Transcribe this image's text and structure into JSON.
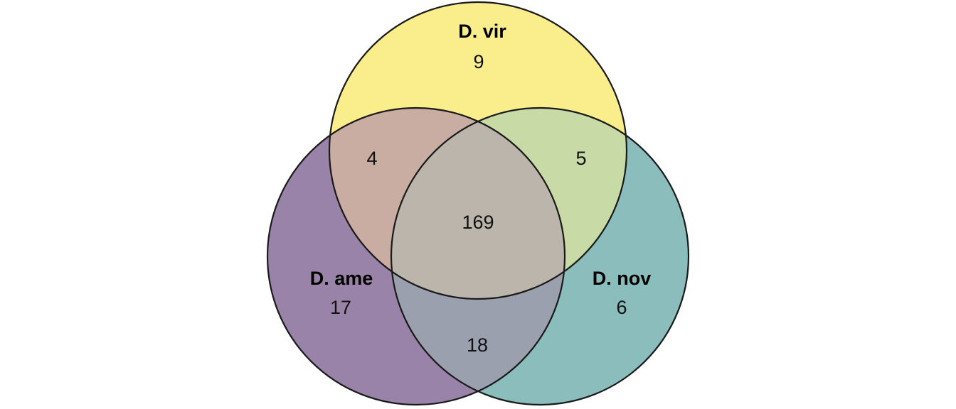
{
  "chart_data": {
    "type": "venn",
    "title": "",
    "sets": [
      {
        "id": "vir",
        "label": "D. vir",
        "exclusive_count": 9,
        "fill": "#FAEE8C",
        "position": "top"
      },
      {
        "id": "ame",
        "label": "D. ame",
        "exclusive_count": 17,
        "fill": "#9A83A8",
        "position": "bottom-left"
      },
      {
        "id": "nov",
        "label": "D. nov",
        "exclusive_count": 6,
        "fill": "#8BBDBD",
        "position": "bottom-right"
      }
    ],
    "regions": [
      {
        "id": "vir_only",
        "sets": [
          "vir"
        ],
        "count": 9,
        "fill": "#FAEE8C"
      },
      {
        "id": "ame_only",
        "sets": [
          "ame"
        ],
        "count": 17,
        "fill": "#9A83A8"
      },
      {
        "id": "nov_only",
        "sets": [
          "nov"
        ],
        "count": 6,
        "fill": "#8BBDBD"
      },
      {
        "id": "vir_ame",
        "sets": [
          "vir",
          "ame"
        ],
        "count": 4,
        "fill": "#C9ADA2"
      },
      {
        "id": "vir_nov",
        "sets": [
          "vir",
          "nov"
        ],
        "count": 5,
        "fill": "#C8DAA6"
      },
      {
        "id": "ame_nov",
        "sets": [
          "ame",
          "nov"
        ],
        "count": 18,
        "fill": "#9BA0AE"
      },
      {
        "id": "vir_ame_nov",
        "sets": [
          "vir",
          "ame",
          "nov"
        ],
        "count": 169,
        "fill": "#BBB5AC"
      }
    ],
    "stroke_color": "#1a1a1a",
    "background": "#ffffff",
    "legend": "none",
    "grid": false
  },
  "labels": {
    "vir_name": "D. vir",
    "vir_count": "9",
    "ame_name": "D. ame",
    "ame_count": "17",
    "nov_name": "D. nov",
    "nov_count": "6",
    "vir_ame_count": "4",
    "vir_nov_count": "5",
    "ame_nov_count": "18",
    "center_count": "169"
  }
}
